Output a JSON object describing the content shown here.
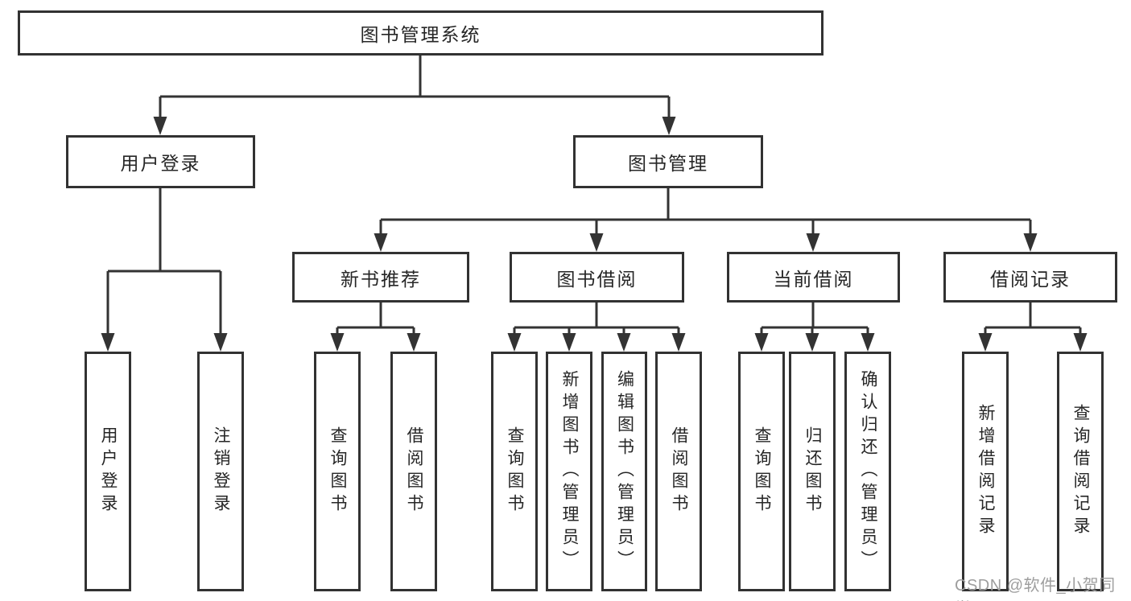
{
  "diagram_type": "functional-structure-tree",
  "tree": {
    "root": {
      "label": "图书管理系统",
      "children": [
        {
          "label": "用户登录",
          "children": [
            {
              "label": "用户登录"
            },
            {
              "label": "注销登录"
            }
          ]
        },
        {
          "label": "图书管理",
          "children": [
            {
              "label": "新书推荐",
              "children": [
                {
                  "label": "查询图书"
                },
                {
                  "label": "借阅图书"
                }
              ]
            },
            {
              "label": "图书借阅",
              "children": [
                {
                  "label": "查询图书"
                },
                {
                  "label": "新增图书（管理员）"
                },
                {
                  "label": "编辑图书（管理员）"
                },
                {
                  "label": "借阅图书"
                }
              ]
            },
            {
              "label": "当前借阅",
              "children": [
                {
                  "label": "查询图书"
                },
                {
                  "label": "归还图书"
                },
                {
                  "label": "确认归还（管理员）"
                }
              ]
            },
            {
              "label": "借阅记录",
              "children": [
                {
                  "label": "新增借阅记录"
                },
                {
                  "label": "查询借阅记录"
                }
              ]
            }
          ]
        }
      ]
    }
  },
  "watermark": {
    "text": "CSDN @软件_小贺同学"
  },
  "colors": {
    "line": "#333333",
    "box_border": "#323232",
    "text": "#262626",
    "box_fill": "#ffffff",
    "watermark": "#9e9e9e",
    "background": "#ffffff"
  }
}
